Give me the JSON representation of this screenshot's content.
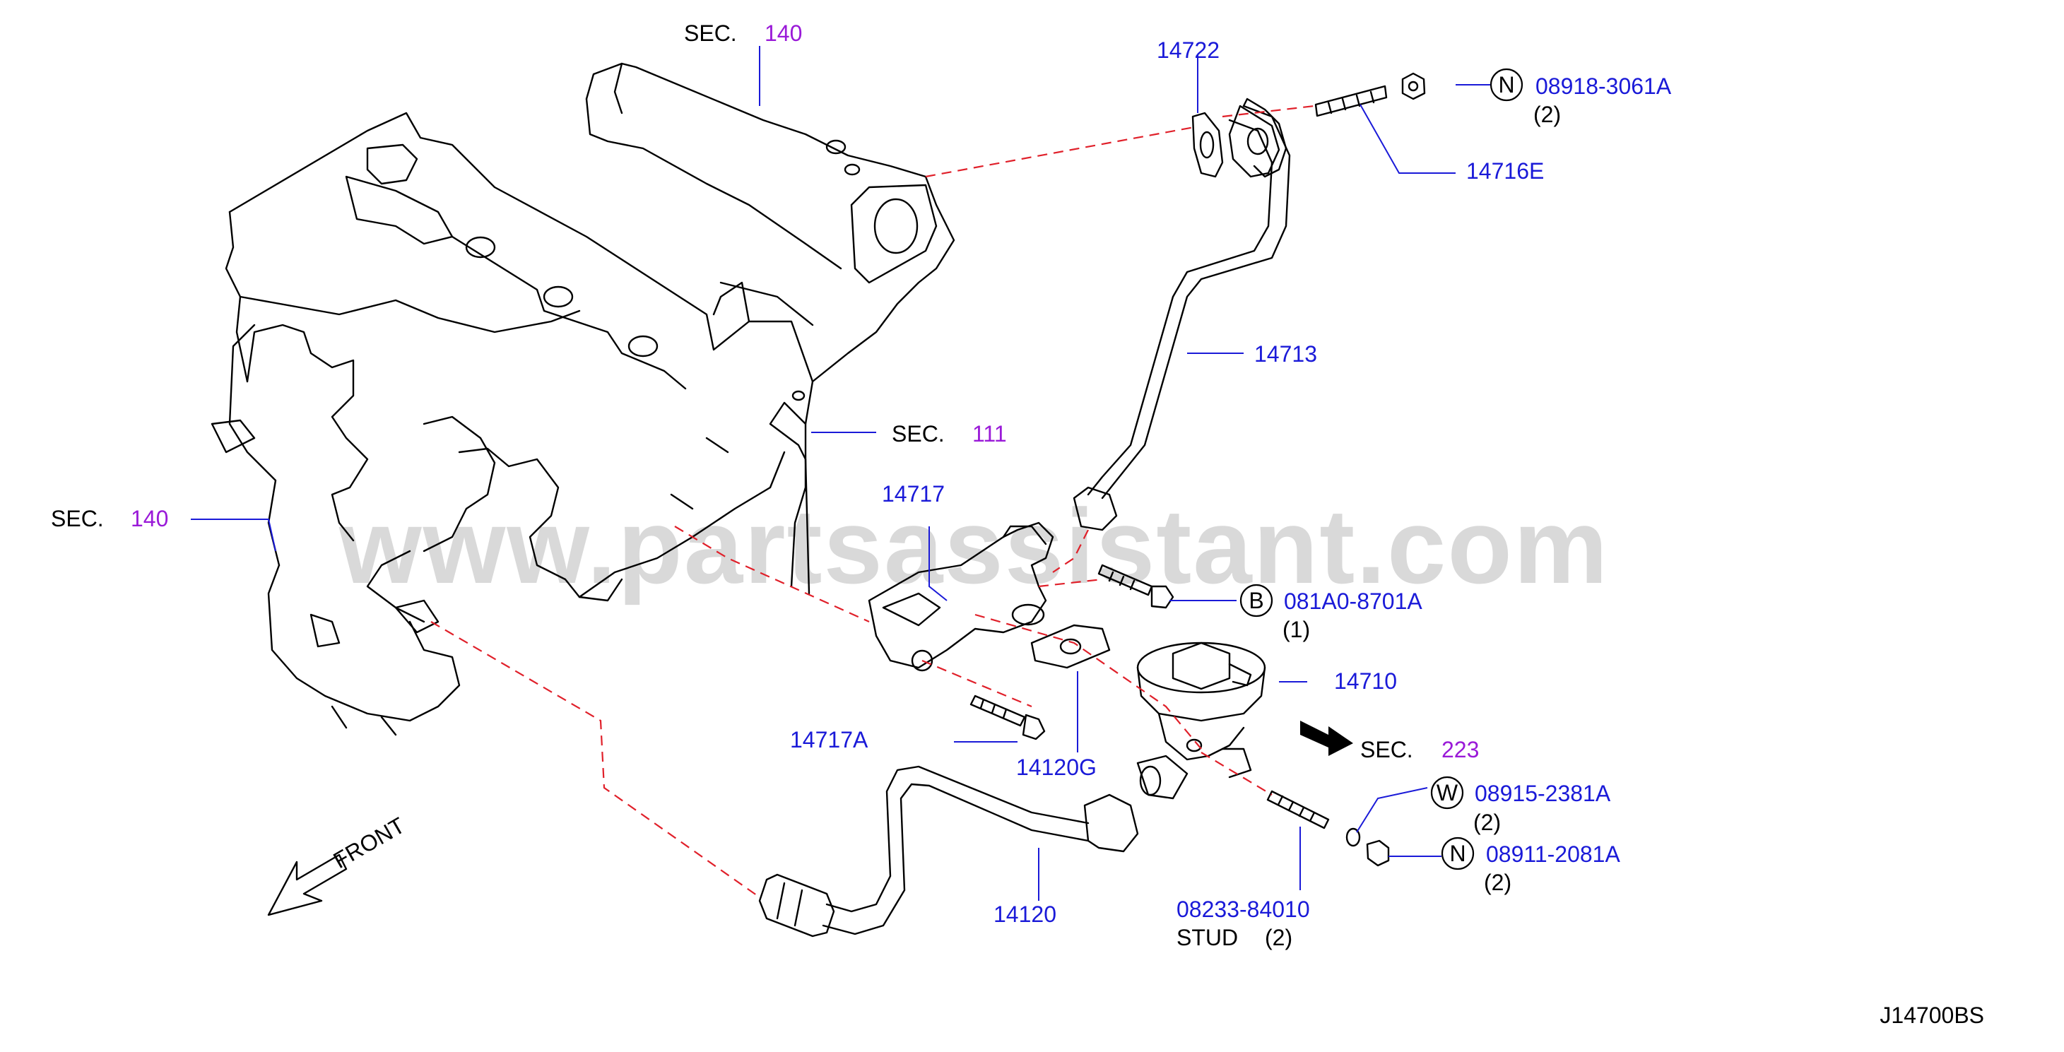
{
  "watermark": "www.partsassistant.com",
  "diagram_code": "J14700BS",
  "front_label": "FRONT",
  "sections": {
    "top": {
      "prefix": "SEC.",
      "num": "140"
    },
    "mid": {
      "prefix": "SEC.",
      "num": "111"
    },
    "left": {
      "prefix": "SEC.",
      "num": "140"
    },
    "right": {
      "prefix": "SEC.",
      "num": "223"
    }
  },
  "parts": {
    "p14722": "14722",
    "p14716E": "14716E",
    "p14713": "14713",
    "p14717": "14717",
    "p14710": "14710",
    "p14717A": "14717A",
    "p14120G": "14120G",
    "p14120": "14120",
    "p08233": "08233-84010",
    "stud": "STUD",
    "stud_qty": "(2)"
  },
  "fasteners": {
    "n1": {
      "badge": "N",
      "code": "08918-3061A",
      "qty": "(2)"
    },
    "b1": {
      "badge": "B",
      "code": "081A0-8701A",
      "qty": "(1)"
    },
    "w1": {
      "badge": "W",
      "code": "08915-2381A",
      "qty": "(2)"
    },
    "n2": {
      "badge": "N",
      "code": "08911-2081A",
      "qty": "(2)"
    }
  },
  "colors": {
    "part_number": "#1a1ad8",
    "section_number": "#9a1ad8",
    "centerline": "#e0202a"
  }
}
